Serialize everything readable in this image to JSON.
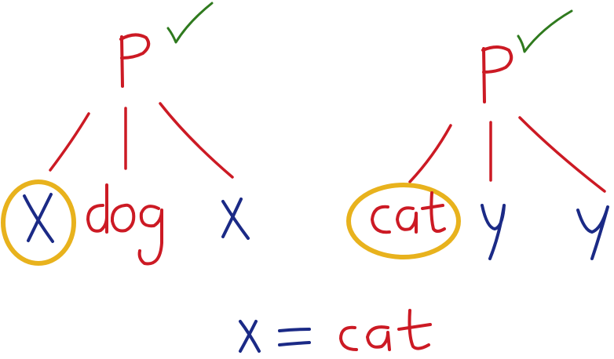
{
  "colors": {
    "functor": "#cc1a24",
    "variable": "#1b2a86",
    "highlight": "#e8b21d",
    "check": "#2f7a1e",
    "background": "#ffffff"
  },
  "left_tree": {
    "functor": "P",
    "args": [
      {
        "text": "X",
        "kind": "variable",
        "highlighted": true
      },
      {
        "text": "dog",
        "kind": "constant",
        "highlighted": false
      },
      {
        "text": "X",
        "kind": "variable",
        "highlighted": false
      }
    ],
    "check_icon": "checkmark-icon"
  },
  "right_tree": {
    "functor": "P",
    "args": [
      {
        "text": "cat",
        "kind": "constant",
        "highlighted": true
      },
      {
        "text": "Y",
        "kind": "variable",
        "highlighted": false
      },
      {
        "text": "Y",
        "kind": "variable",
        "highlighted": false
      }
    ],
    "check_icon": "checkmark-icon"
  },
  "unifier": {
    "variable": "X",
    "equals": "=",
    "value": "cat"
  }
}
